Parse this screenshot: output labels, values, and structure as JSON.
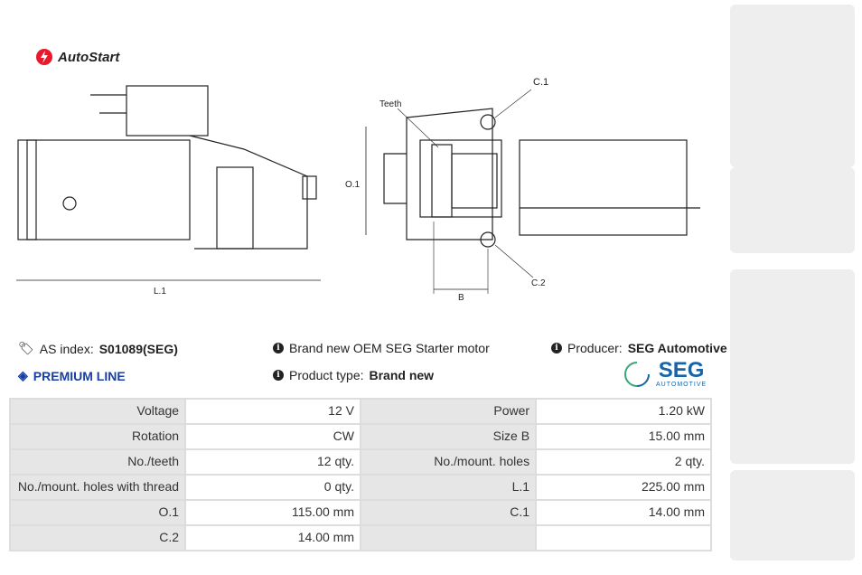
{
  "brand": {
    "logo_text": "AutoStart"
  },
  "drawing": {
    "l1": "L.1",
    "teeth": "Teeth",
    "o1": "O.1",
    "c1": "C.1",
    "c2": "C.2",
    "b": "B"
  },
  "info": {
    "as_index_label": "AS index:",
    "as_index_value": "S01089(SEG)",
    "premium": "PREMIUM LINE",
    "desc": "Brand new OEM SEG Starter motor",
    "type_label": "Product type:",
    "type_value": "Brand new",
    "producer_label": "Producer:",
    "producer_value": "SEG Automotive",
    "seg_logo": "SEG",
    "seg_sub": "AUTOMOTIVE"
  },
  "specs": [
    [
      "Voltage",
      "12 V",
      "Power",
      "1.20 kW"
    ],
    [
      "Rotation",
      "CW",
      "Size B",
      "15.00 mm"
    ],
    [
      "No./teeth",
      "12 qty.",
      "No./mount. holes",
      "2 qty."
    ],
    [
      "No./mount. holes with thread",
      "0 qty.",
      "L.1",
      "225.00 mm"
    ],
    [
      "O.1",
      "115.00 mm",
      "C.1",
      "14.00 mm"
    ],
    [
      "C.2",
      "14.00 mm",
      "",
      ""
    ]
  ],
  "colors": {
    "accent": "#1a3fa0",
    "logo_red": "#e8192c",
    "seg_blue": "#1565a8",
    "seg_green": "#3aa57a"
  }
}
